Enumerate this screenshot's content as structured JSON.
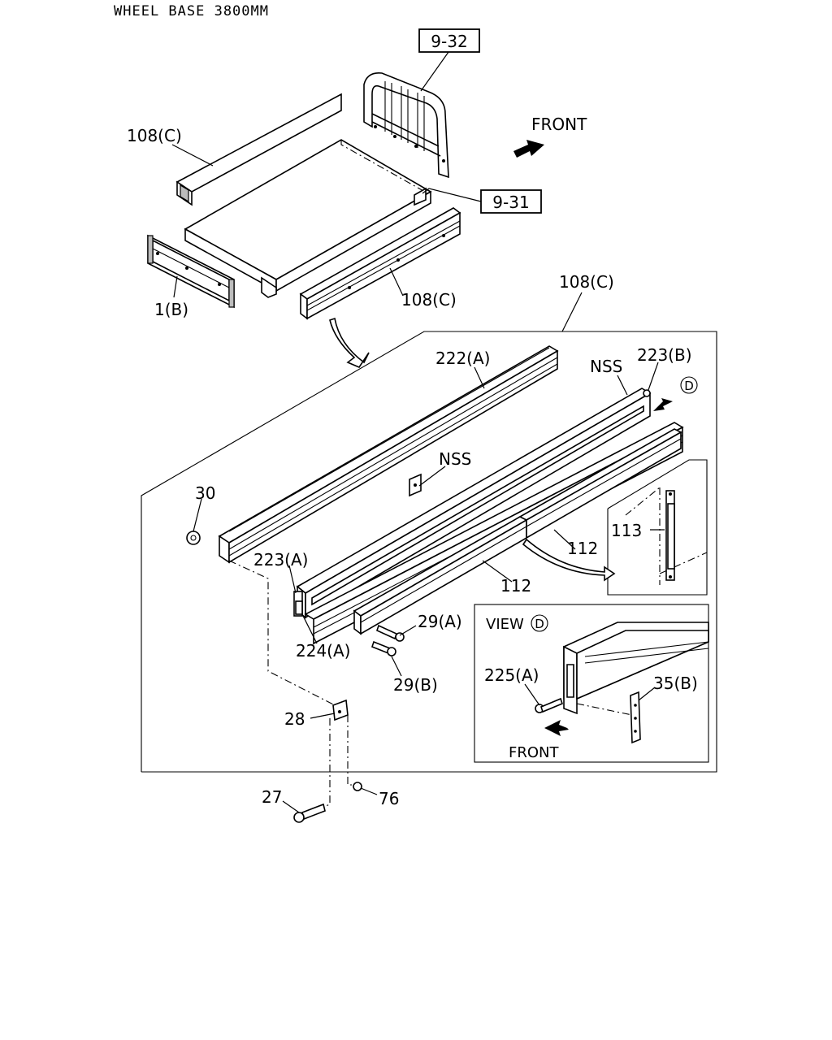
{
  "header": {
    "title": "WHEEL BASE 3800MM"
  },
  "labels": {
    "ref_9_32": "9-32",
    "ref_9_31": "9-31",
    "front_top": "FRONT",
    "l108c_left": "108(C)",
    "l1b": "1(B)",
    "l108c_bottom": "108(C)",
    "l108c_callout": "108(C)",
    "l222a": "222(A)",
    "nss_top": "NSS",
    "l223b": "223(B)",
    "view_d_marker": "D",
    "nss_mid": "NSS",
    "l30": "30",
    "l113": "113",
    "l112_right": "112",
    "l223a": "223(A)",
    "l112_bottom": "112",
    "l29a": "29(A)",
    "l224a": "224(A)",
    "l29b": "29(B)",
    "l28": "28",
    "l27": "27",
    "l76": "76",
    "view_title": "VIEW",
    "view_title_marker": "D",
    "l225a": "225(A)",
    "l35b": "35(B)",
    "front_view": "FRONT"
  }
}
